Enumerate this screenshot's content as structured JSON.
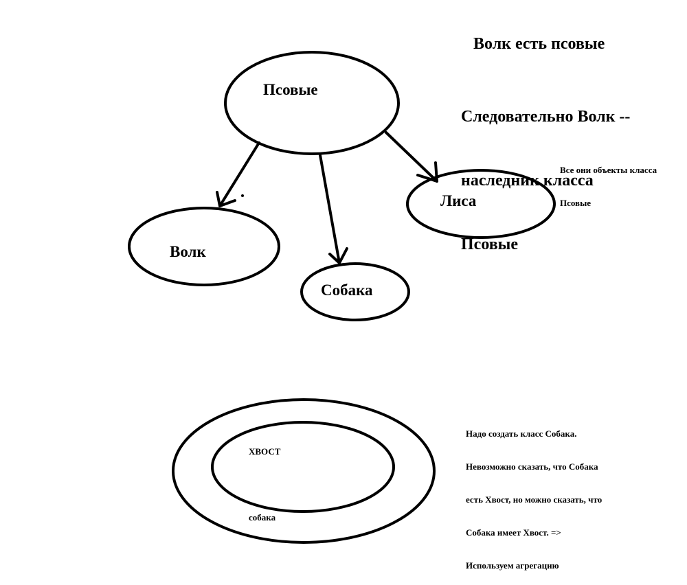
{
  "nodes": {
    "canidae": "Псовые",
    "wolf": "Волк",
    "dog": "Собака",
    "fox": "Лиса"
  },
  "notes": {
    "wolf_is_canid": "Волк есть псовые",
    "inheritance": [
      "Следовательно Волк --",
      "наследник класса",
      "Псовые"
    ],
    "all_objects": [
      "Все они объекты класса",
      "Псовые"
    ],
    "aggregation": [
      "Надо создать класс Собака.",
      "Невозможно сказать, что Собака",
      "есть Хвост, но можно сказать, что",
      "Собака имеет Хвост. =>",
      "Используем агрегацию"
    ]
  },
  "aggregation_diagram": {
    "inner_label": "ХВОСТ",
    "outer_label": "собака"
  }
}
